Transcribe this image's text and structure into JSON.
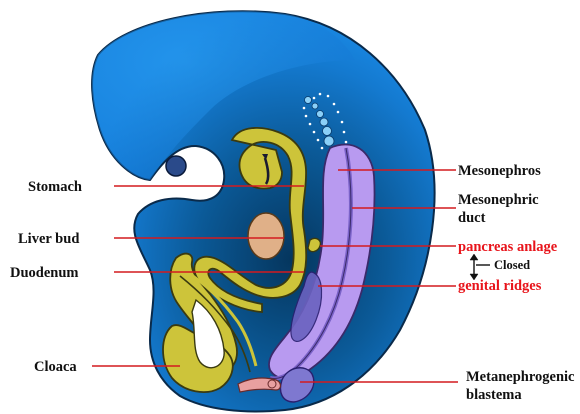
{
  "labels": {
    "stomach": "Stomach",
    "liver_bud": "Liver bud",
    "duodenum": "Duodenum",
    "cloaca": "Cloaca",
    "mesonephros": "Mesonephros",
    "mesonephric_duct_line1": "Mesonephric",
    "mesonephric_duct_line2": "duct",
    "pancreas_anlage": "pancreas anlage",
    "closed": "Closed",
    "genital_ridges": "genital ridges",
    "metanephrogenic_line1": "Metanephrogenic",
    "metanephrogenic_line2": "blastema"
  },
  "colors": {
    "embryo_outer": "#1a8ae6",
    "embryo_inner": "#064a7a",
    "gut": "#cdc43a",
    "gut_outline": "#3a3a10",
    "liver": "#e0b088",
    "mesonephros": "#b89af0",
    "mesonephric_duct": "#7a62c8",
    "metanephros": "#7e78d0",
    "label_red": "#e8141b",
    "leader_line": "#d41a1f",
    "label_dark": "#111111"
  }
}
